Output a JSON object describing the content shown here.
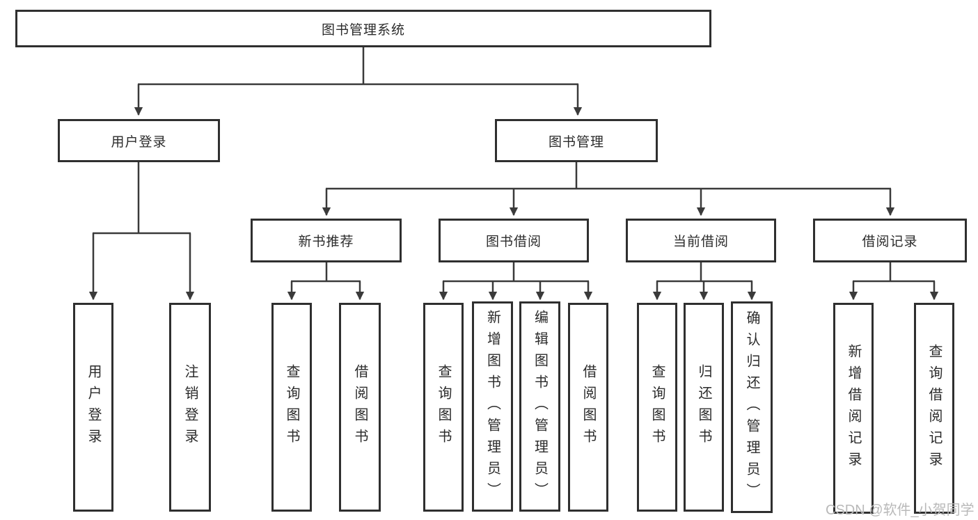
{
  "diagram": {
    "title": "图书管理系统",
    "watermark": "CSDN @软件_小贺同学",
    "colors": {
      "line": "#3a3a3a",
      "box_border": "#2f2f2f",
      "text": "#2b2b2b",
      "background": "#ffffff",
      "watermark": "#b9b9b9"
    },
    "tree": {
      "root": {
        "label": "图书管理系统"
      },
      "branches": [
        {
          "label": "用户登录",
          "children": [
            {
              "label": "用户登录"
            },
            {
              "label": "注销登录"
            }
          ]
        },
        {
          "label": "图书管理",
          "children": [
            {
              "label": "新书推荐",
              "children": [
                {
                  "label": "查询图书"
                },
                {
                  "label": "借阅图书"
                }
              ]
            },
            {
              "label": "图书借阅",
              "children": [
                {
                  "label": "查询图书"
                },
                {
                  "label": "新增图书（管理员）"
                },
                {
                  "label": "编辑图书（管理员）"
                },
                {
                  "label": "借阅图书"
                }
              ]
            },
            {
              "label": "当前借阅",
              "children": [
                {
                  "label": "查询图书"
                },
                {
                  "label": "归还图书"
                },
                {
                  "label": "确认归还（管理员）"
                }
              ]
            },
            {
              "label": "借阅记录",
              "children": [
                {
                  "label": "新增借阅记录"
                },
                {
                  "label": "查询借阅记录"
                }
              ]
            }
          ]
        }
      ]
    }
  }
}
